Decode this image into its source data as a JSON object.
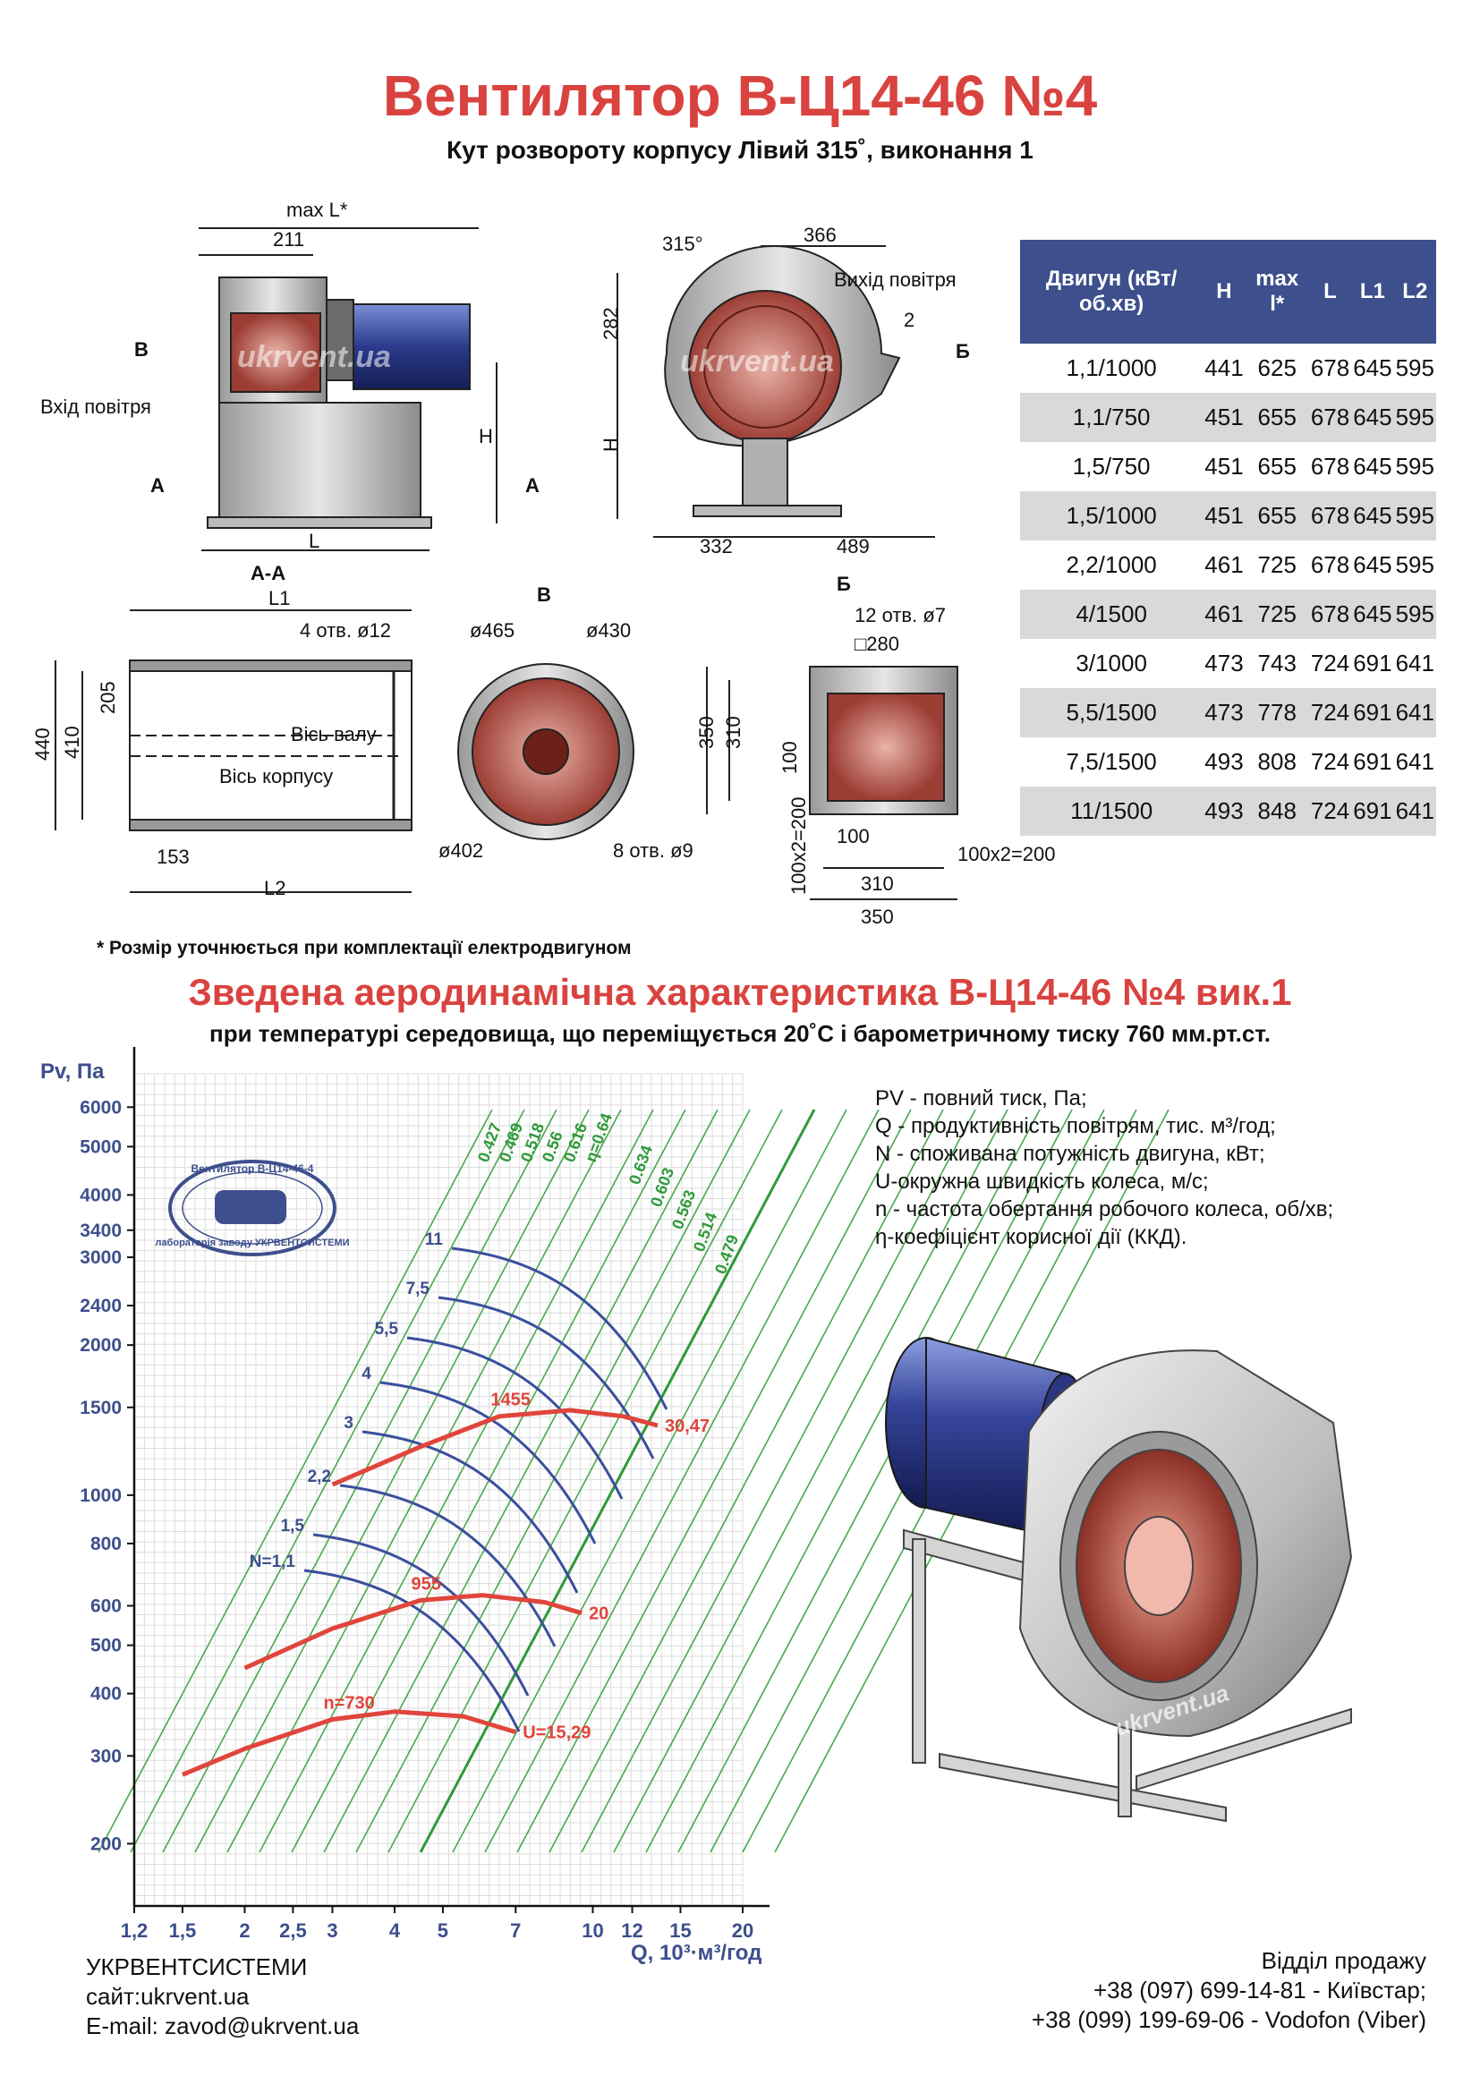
{
  "header": {
    "title": "Вентилятор В-Ц14-46 №4",
    "subtitle": "Кут розвороту корпусу Лівий 315˚, виконання 1"
  },
  "drawings": {
    "side": {
      "max_l": "max L*",
      "dim_211": "211",
      "label_b": "B",
      "inlet": "Вхід повітря",
      "label_a_left": "A",
      "label_a_right": "A",
      "h": "H",
      "l": "L"
    },
    "front": {
      "angle": "315°",
      "dim_366": "366",
      "outlet": "Вихід повітря",
      "dim_2": "2",
      "label_b_cyr": "Б",
      "dim_282": "282",
      "h": "H",
      "dim_332": "332",
      "dim_489": "489"
    },
    "section_aa": {
      "title": "A-A",
      "l1": "L1",
      "holes": "4 отв. ø12",
      "dim_205": "205",
      "dim_440": "440",
      "dim_410": "410",
      "shaft_axis": "Вісь валу",
      "body_axis": "Вісь корпусу",
      "dim_153": "153",
      "l2": "L2"
    },
    "view_b": {
      "title": "B",
      "d465": "ø465",
      "d430": "ø430",
      "d402": "ø402",
      "holes": "8 отв. ø9"
    },
    "view_bcyr": {
      "title": "Б",
      "holes": "12 отв. ø7",
      "sq280": "□280",
      "dim_350v": "350",
      "dim_310v": "310",
      "dim_100v": "100",
      "dim_100h": "100",
      "dim_100x2": "100x2=200",
      "dim_310h": "310",
      "dim_350h": "350",
      "dim_100x2v": "100x2=200"
    },
    "watermark": "ukrvent.ua"
  },
  "motor_table": {
    "headers": [
      "Двигун (кВт/об.хв)",
      "H",
      "max l*",
      "L",
      "L1",
      "L2"
    ],
    "rows": [
      [
        "1,1/1000",
        "441",
        "625",
        "678",
        "645",
        "595"
      ],
      [
        "1,1/750",
        "451",
        "655",
        "678",
        "645",
        "595"
      ],
      [
        "1,5/750",
        "451",
        "655",
        "678",
        "645",
        "595"
      ],
      [
        "1,5/1000",
        "451",
        "655",
        "678",
        "645",
        "595"
      ],
      [
        "2,2/1000",
        "461",
        "725",
        "678",
        "645",
        "595"
      ],
      [
        "4/1500",
        "461",
        "725",
        "678",
        "645",
        "595"
      ],
      [
        "3/1000",
        "473",
        "743",
        "724",
        "691",
        "641"
      ],
      [
        "5,5/1500",
        "473",
        "778",
        "724",
        "691",
        "641"
      ],
      [
        "7,5/1500",
        "493",
        "808",
        "724",
        "691",
        "641"
      ],
      [
        "11/1500",
        "493",
        "848",
        "724",
        "691",
        "641"
      ]
    ]
  },
  "footnote": "* Розмір уточнюється при комплектації електродвигуном",
  "performance": {
    "title": "Зведена аеродинамічна характеристика В-Ц14-46 №4 вик.1",
    "subtitle": "при температурі середовища, що переміщується 20˚С і барометричному тиску 760 мм.рт.ст."
  },
  "legend": [
    "PV - повний тиск, Па;",
    "Q - продуктивність повітрям, тис. м³/год;",
    "N - споживана потужність двигуна, кВт;",
    "U-окружна швидкість колеса, м/с;",
    "n - частота обертання робочого колеса, об/хв;",
    "η-коефіцієнт корисної дії (ККД)."
  ],
  "stamp": {
    "top": "Вентилятор В-Ц14-46-4",
    "bottom": "лабораторія заводу УКРВЕНТСИСТЕМИ"
  },
  "chart_data": {
    "type": "line",
    "ylabel": "Pv, Па",
    "xlabel": "Q, 10³·м³/год",
    "x_scale": "log",
    "y_scale": "log",
    "xticks": [
      "1,2",
      "1,5",
      "2",
      "2,5",
      "3",
      "4",
      "5",
      "7",
      "10",
      "12",
      "15",
      "20"
    ],
    "yticks": [
      "6000",
      "5000",
      "4000",
      "3400",
      "3000",
      "2400",
      "2000",
      "1500",
      "1000",
      "800",
      "600",
      "500",
      "400",
      "300",
      "200"
    ],
    "xlim": [
      1.2,
      20
    ],
    "ylim": [
      150,
      7000
    ],
    "efficiency_labels": [
      "0.427",
      "0.469",
      "0.518",
      "0.56",
      "0.616",
      "η=0.64",
      "0.634",
      "0.603",
      "0.563",
      "0.514",
      "0.479"
    ],
    "series": [
      {
        "name": "n=730",
        "end_label": "U=15,29",
        "points": [
          [
            1.5,
            275
          ],
          [
            2.0,
            310
          ],
          [
            3.0,
            355
          ],
          [
            4.0,
            368
          ],
          [
            5.5,
            360
          ],
          [
            7.0,
            335
          ]
        ]
      },
      {
        "name": "955",
        "end_label": "20",
        "points": [
          [
            2.0,
            450
          ],
          [
            3.0,
            540
          ],
          [
            4.5,
            615
          ],
          [
            6.0,
            630
          ],
          [
            8.0,
            610
          ],
          [
            9.5,
            580
          ]
        ]
      },
      {
        "name": "1455",
        "end_label": "30,47",
        "points": [
          [
            3.0,
            1050
          ],
          [
            4.5,
            1250
          ],
          [
            6.5,
            1440
          ],
          [
            9.0,
            1480
          ],
          [
            11.5,
            1440
          ],
          [
            13.5,
            1380
          ]
        ]
      }
    ],
    "power_labels": [
      "N=1,1",
      "1,5",
      "2,2",
      "3",
      "4",
      "5,5",
      "7,5",
      "11"
    ]
  },
  "footer": {
    "company": "УКРВЕНТСИСТЕМИ",
    "site": "сайт:ukrvent.ua",
    "email": "E-mail: zavod@ukrvent.ua",
    "sales_title": "Відділ продажу",
    "phone1": "+38 (097) 699-14-81 - Київстар;",
    "phone2": "+38 (099) 199-69-06 - Vodofon (Viber)"
  }
}
